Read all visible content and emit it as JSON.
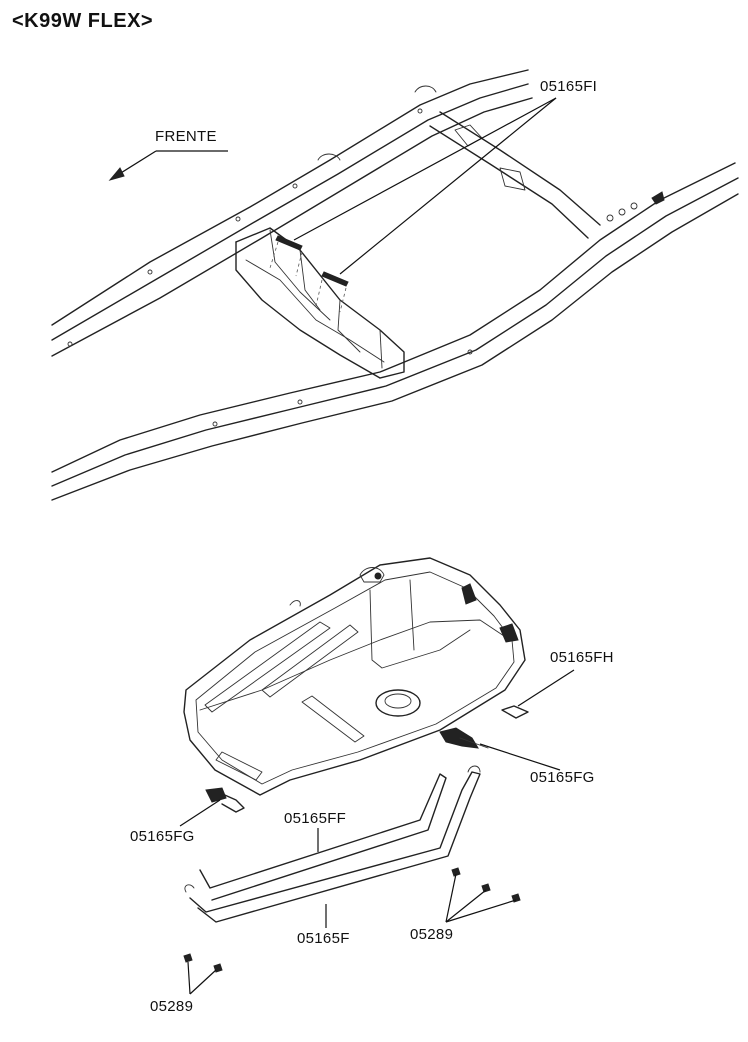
{
  "title": "<K99W FLEX>",
  "direction_label": "FRENTE",
  "parts": {
    "p_05165FI": "05165FI",
    "p_05165FH": "05165FH",
    "p_05165FG_right": "05165FG",
    "p_05165FG_left": "05165FG",
    "p_05165FF": "05165FF",
    "p_05165F": "05165F",
    "p_05289_right": "05289",
    "p_05289_left": "05289"
  }
}
